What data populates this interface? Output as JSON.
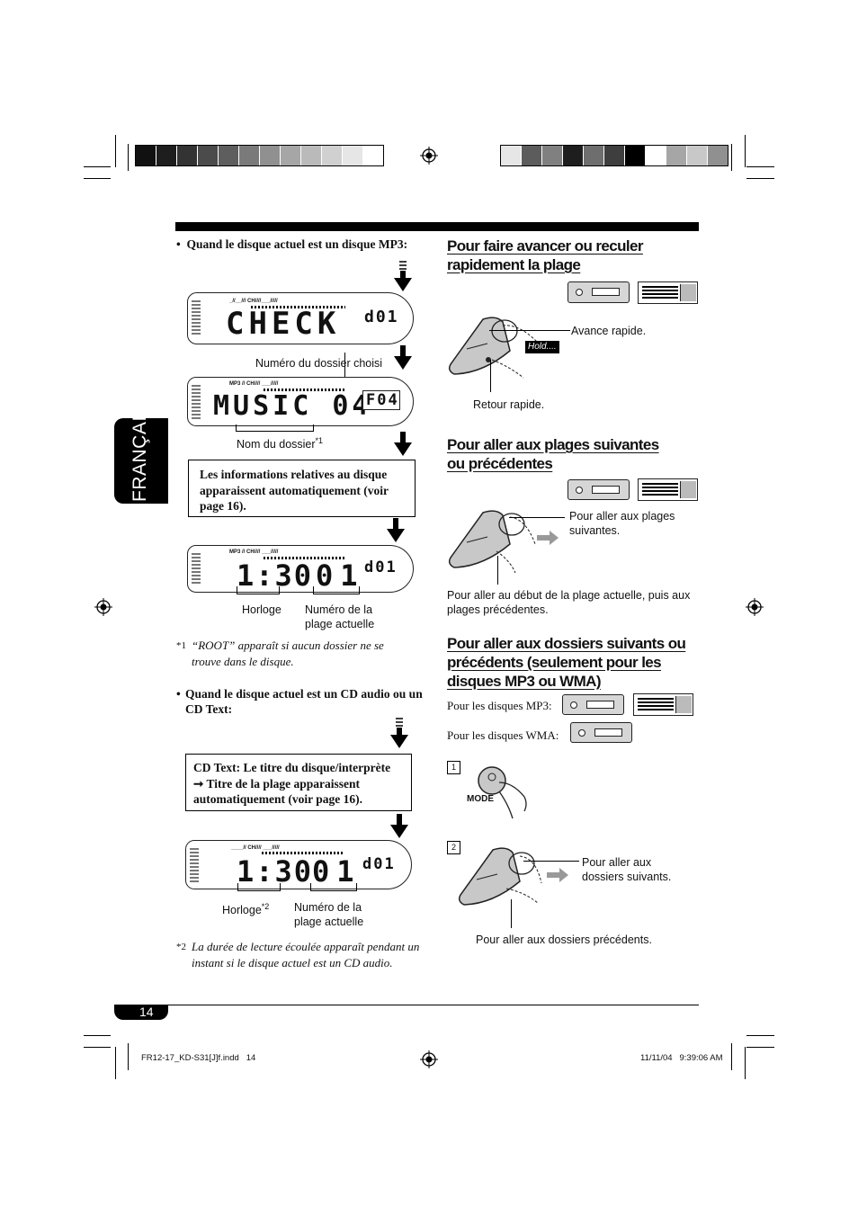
{
  "side_tab": "FRANÇAIS",
  "colors": {
    "swatches_left": [
      "#111111",
      "#1e1e1e",
      "#333333",
      "#4b4b4b",
      "#5e5e5e",
      "#7a7a7a",
      "#909090",
      "#a6a6a6",
      "#bababa",
      "#d0d0d0",
      "#e6e6e6",
      "#ffffff"
    ],
    "swatches_right": [
      "#e6e6e6",
      "#5c5c5c",
      "#808080",
      "#1e1e1e",
      "#6e6e6e",
      "#3e3e3e",
      "#000000",
      "#ffffff",
      "#a6a6a6",
      "#c8c8c8",
      "#909090"
    ]
  },
  "left": {
    "mp3_bullet": "Quand le disque actuel est un disque MP3:",
    "display1": {
      "main": "CHECK",
      "right": "d01"
    },
    "label_folder_number": "Numéro du dossier choisi",
    "display2": {
      "main": "MUSIC 04",
      "right": "F04"
    },
    "label_folder_name": "Nom du dossier",
    "label_folder_name_mark": "*1",
    "box1": "Les informations relatives au disque apparaissent automatiquement (voir page 16).",
    "display3": {
      "clock": "1:30",
      "track": "01",
      "right": "d01"
    },
    "label_clock": "Horloge",
    "label_track_number": "Numéro de la plage actuelle",
    "note1_mark": "*1",
    "note1": "“ROOT” apparaît si aucun dossier ne se trouve dans le disque.",
    "cd_bullet": "Quand le disque actuel est un CD audio ou un CD Text:",
    "box2_a": "CD Text: Le titre du disque/interprète",
    "box2_arrow": "➞",
    "box2_b": "Titre de la plage apparaissent automatiquement (voir page 16).",
    "display4": {
      "clock": "1:30",
      "track": "01",
      "right": "d01"
    },
    "label_clock2": "Horloge",
    "label_clock2_mark": "*2",
    "label_track_number2": "Numéro de la plage actuelle",
    "note2_mark": "*2",
    "note2": "La durée de lecture écoulée apparaît pendant un instant si le disque actuel est un CD audio."
  },
  "right": {
    "h1": "Pour faire avancer ou reculer rapidement la plage",
    "hold": "Hold....",
    "fast_forward": "Avance rapide.",
    "rewind": "Retour rapide.",
    "h2": "Pour aller aux plages suivantes ou précédentes",
    "next_tracks": "Pour aller aux plages suivantes.",
    "prev_tracks": "Pour aller au début de la plage actuelle, puis aux plages précédentes.",
    "h3": "Pour aller aux dossiers suivants ou précédents (seulement pour les disques MP3 ou WMA)",
    "for_mp3": "Pour les disques MP3:",
    "for_wma": "Pour les disques WMA:",
    "step1": "1",
    "mode": "MODE",
    "step2": "2",
    "next_folders": "Pour aller aux dossiers suivants.",
    "prev_folders": "Pour aller aux dossiers précédents."
  },
  "footer": {
    "page_number": "14",
    "file": "FR12-17_KD-S31[J]f.indd   14",
    "date": "11/11/04   9:39:06 AM"
  }
}
